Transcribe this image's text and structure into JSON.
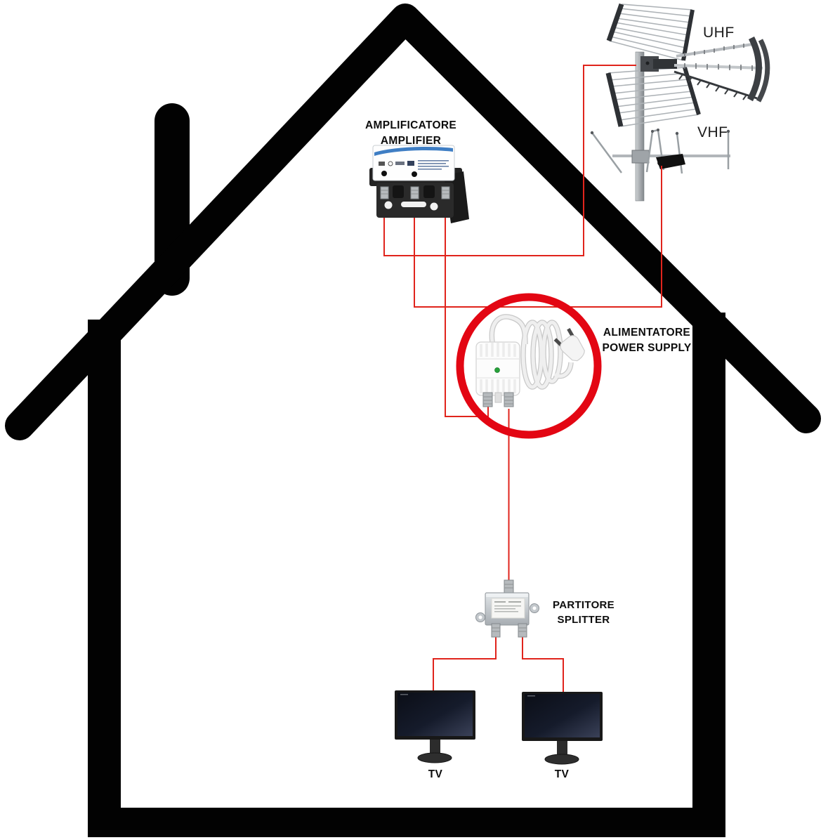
{
  "labels": {
    "uhf": "UHF",
    "vhf": "VHF",
    "amplifier_line1": "AMPLIFICATORE",
    "amplifier_line2": "AMPLIFIER",
    "power_line1": "ALIMENTATORE",
    "power_line2": "POWER SUPPLY",
    "splitter_line1": "PARTITORE",
    "splitter_line2": "SPLITTER",
    "tv_left": "TV",
    "tv_right": "TV"
  },
  "colors": {
    "house": "#020202",
    "wire_red": "#e0241c",
    "highlight_circle_red": "#e30613",
    "led_green": "#27a13a"
  }
}
